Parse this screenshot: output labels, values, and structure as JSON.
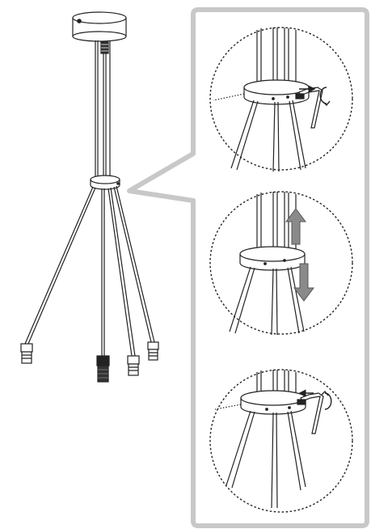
{
  "diagram": {
    "palette": {
      "line": "#222222",
      "callout_border": "#c8c8c8",
      "arrow_fill": "#8a8a8a",
      "background": "#ffffff"
    },
    "panels": [
      {
        "id": "step-1",
        "action": "loosen-screw",
        "icons": [
          "hex-key-icon",
          "rotate-counterclockwise-icon"
        ]
      },
      {
        "id": "step-2",
        "action": "slide-ring",
        "icons": [
          "arrow-up-icon",
          "arrow-down-icon"
        ]
      },
      {
        "id": "step-3",
        "action": "tighten-screw",
        "icons": [
          "hex-key-icon",
          "rotate-clockwise-icon"
        ]
      }
    ],
    "pendant_count": 4
  }
}
